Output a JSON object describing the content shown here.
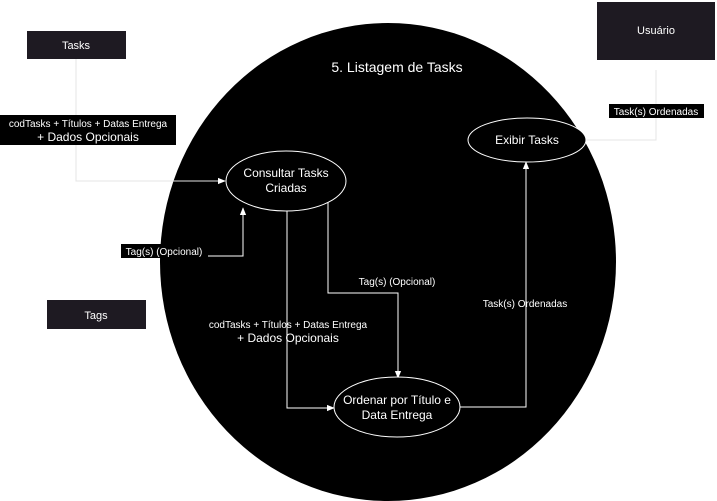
{
  "process": {
    "title": "5. Listagem de Tasks"
  },
  "entities": {
    "tasks": "Tasks",
    "tags": "Tags",
    "usuario": "Usuário"
  },
  "nodes": {
    "consultar_line1": "Consultar Tasks",
    "consultar_line2": "Criadas",
    "ordenar_line1": "Ordenar por Título e",
    "ordenar_line2": "Data Entrega",
    "exibir": "Exibir Tasks"
  },
  "flows": {
    "tasks_to_consultar_line1": "codTasks + Títulos + Datas Entrega",
    "tasks_to_consultar_line2": "+ Dados Opcionais",
    "tags_to_consultar": "Tag(s) (Opcional)",
    "consultar_to_ordenar_data_line1": "codTasks + Títulos + Datas Entrega",
    "consultar_to_ordenar_data_line2": "+ Dados Opcionais",
    "consultar_to_ordenar_tags": "Tag(s) (Opcional)",
    "ordenar_to_exibir": "Task(s) Ordenadas",
    "exibir_to_usuario": "Task(s) Ordenadas"
  }
}
